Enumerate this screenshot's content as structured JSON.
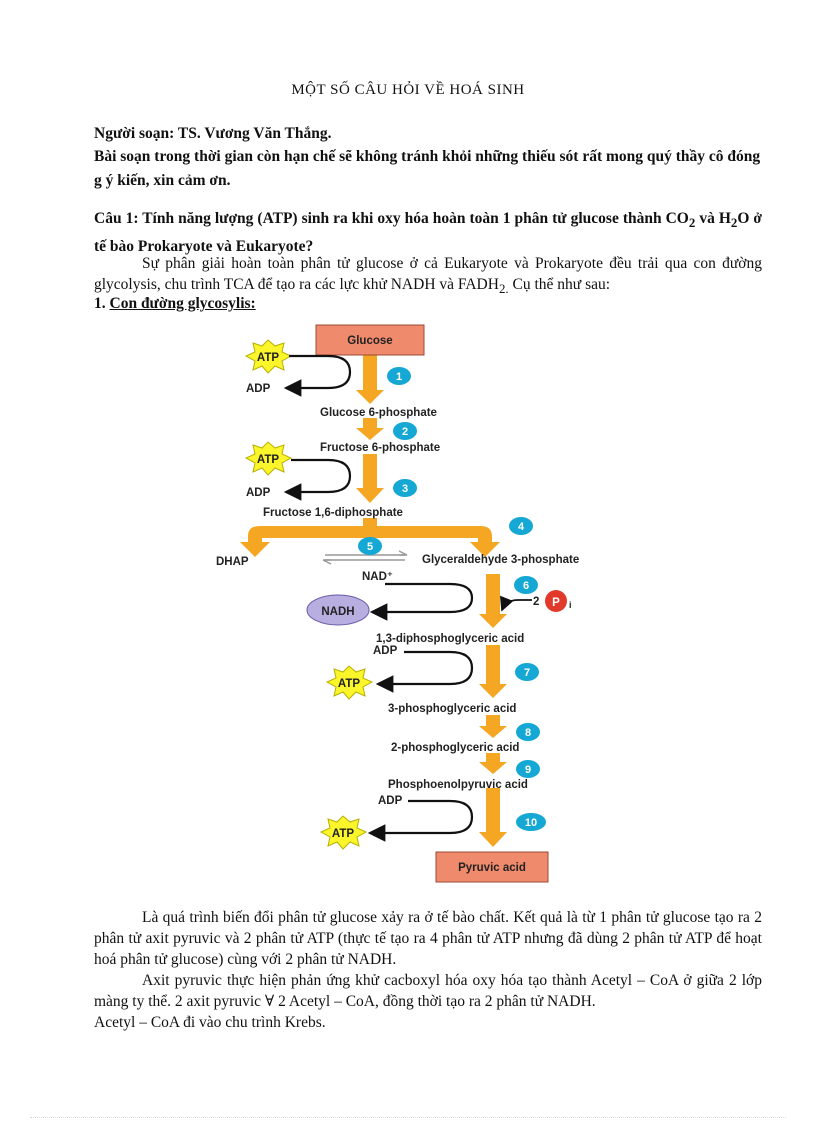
{
  "title": "MỘT SỐ CÂU HỎI VỀ HOÁ SINH",
  "author": "Người soạn: TS. Vương Văn Thắng.",
  "note": "Bài soạn trong thời gian còn hạn chế sẽ không tránh khỏi những thiếu sót rất mong quý thầy cô đóng g ý kiến, xin cảm ơn.",
  "question1": {
    "prefix": "Câu 1: Tính năng lượng (ATP) sinh ra khi oxy hóa hoàn toàn 1 phân tử glucose thành CO",
    "sub1": "2",
    "mid": " và H",
    "sub2": "2",
    "suffix": "O ở tế bào Prokaryote và Eukaryote?"
  },
  "intro": {
    "text": "Sự phân giải hoàn toàn phân tử glucose ở cả Eukaryote và Prokaryote đều trải qua con đường glycolysis, chu trình TCA để tạo ra các lực khử NADH và FADH",
    "sub": "2.",
    "tail": " Cụ thể như sau:"
  },
  "section1": {
    "number": "1. ",
    "title": "Con đường glycosylis:"
  },
  "diagram": {
    "glucose": "Glucose",
    "pyruvic": "Pyruvic acid",
    "g6p": "Glucose 6-phosphate",
    "f6p": "Fructose 6-phosphate",
    "f16dp": "Fructose 1,6-diphosphate",
    "dhap": "DHAP",
    "g3p": "Glyceraldehyde 3-phosphate",
    "dpg13": "1,3-diphosphoglyceric acid",
    "pg3": "3-phosphoglyceric acid",
    "pg2": "2-phosphoglyceric acid",
    "pep": "Phosphoenolpyruvic acid",
    "atp": "ATP",
    "adp": "ADP",
    "nad": "NAD⁺",
    "nadh": "NADH",
    "pi_coef": "2",
    "pi": "P",
    "pi_sub": "i",
    "steps": [
      "1",
      "2",
      "3",
      "4",
      "5",
      "6",
      "7",
      "8",
      "9",
      "10"
    ],
    "colors": {
      "arrow": "#f5a623",
      "box": "#f08a6c",
      "step": "#16a8d4",
      "star": "#fbf52b",
      "nadh": "#b9aee0"
    }
  },
  "body": {
    "p1": "Là quá trình biến đổi phân tử glucose xảy ra ở tế bào chất. Kết quả là từ 1 phân tử glucose tạo ra 2 phân tử axit pyruvic và 2 phân tử ATP (thực tế tạo ra 4 phân tử ATP nhưng đã dùng 2 phân tử ATP để hoạt hoá phân tử glucose) cùng với 2 phân tử NADH.",
    "p2": "Axit pyruvic thực hiện phản ứng khử cacboxyl hóa oxy hóa tạo thành Acetyl – CoA ở giữa 2 lớp màng ty thể. 2 axit pyruvic ∀ 2 Acetyl – CoA, đồng thời tạo ra 2 phân tử NADH.",
    "p3": "Acetyl – CoA đi vào chu trình Krebs."
  }
}
